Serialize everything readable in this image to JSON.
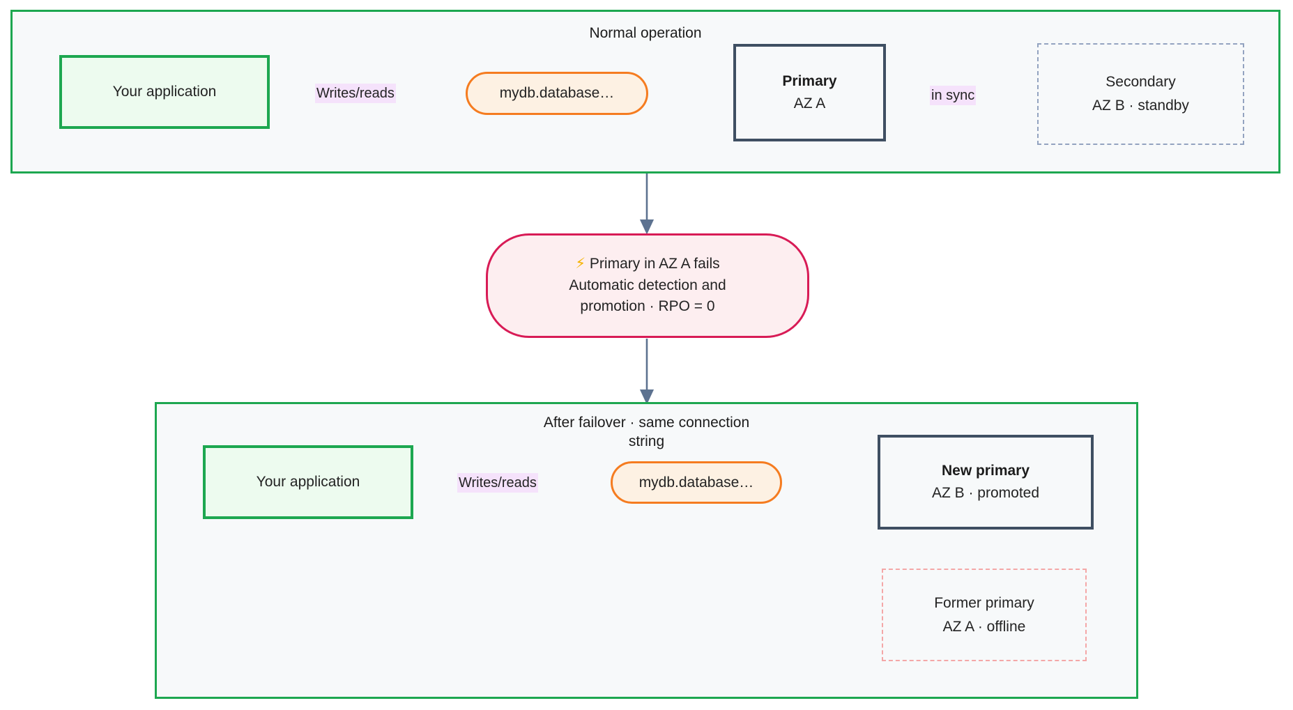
{
  "diagram": {
    "title_top": "Normal operation",
    "title_bottom": "After failover · same connection string",
    "accent_green": "#1da750",
    "accent_orange": "#f57c20",
    "accent_slate": "#3f4f62",
    "accent_crimson": "#d81b56",
    "edge_label_bg": "#f5e2fb"
  },
  "top_panel": {
    "title": "Normal operation",
    "app": {
      "label": "Your application"
    },
    "endpoint": {
      "label": "mydb.database…"
    },
    "primary": {
      "title": "Primary",
      "subtitle": "AZ A"
    },
    "secondary": {
      "title": "Secondary",
      "subtitle": "AZ B · standby"
    },
    "edges": {
      "app_to_endpoint": "Writes/reads",
      "primary_to_secondary": "in sync"
    }
  },
  "failure_node": {
    "icon": "lightning-bolt-icon",
    "line1": "Primary in AZ A fails",
    "line2": "Automatic detection and",
    "line3": "promotion · RPO = 0"
  },
  "bottom_panel": {
    "title_line1": "After failover · same connection",
    "title_line2": "string",
    "app": {
      "label": "Your application"
    },
    "endpoint": {
      "label": "mydb.database…"
    },
    "new_primary": {
      "title": "New primary",
      "subtitle": "AZ B · promoted"
    },
    "former_primary": {
      "title": "Former primary",
      "subtitle": "AZ A · offline"
    },
    "edges": {
      "app_to_endpoint": "Writes/reads"
    }
  }
}
